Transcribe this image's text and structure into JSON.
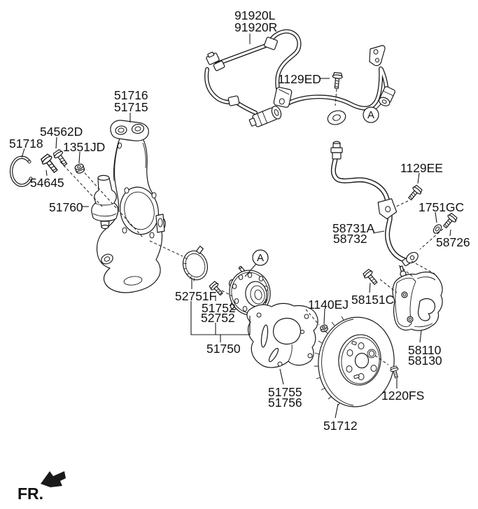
{
  "figure": {
    "background": "#ffffff",
    "line_color": "#1a1a1a",
    "labels": {
      "abs_l": "91920L",
      "abs_r": "91920R",
      "bolt_1129ed": "1129ED",
      "knuckle_a": "51716",
      "knuckle_b": "51715",
      "bolt_54562d": "54562D",
      "nut_1351jd": "1351JD",
      "ring_51718": "51718",
      "bolt_54645": "54645",
      "balljoint_51760": "51760",
      "bolt_1129ee": "1129EE",
      "washer_1751gc": "1751GC",
      "hose_a": "58731A",
      "hose_b": "58732",
      "bolt_58726": "58726",
      "tonewheel_52751f": "52751F",
      "stud_51752": "51752",
      "stud_52752": "52752",
      "hub_51750": "51750",
      "nut_1140ej": "1140EJ",
      "bolt_58151c": "58151C",
      "caliper_a": "58110",
      "caliper_b": "58130",
      "shield_a": "51755",
      "shield_b": "51756",
      "bolt_1220fs": "1220FS",
      "disc_51712": "51712"
    },
    "markers": {
      "detail_a": "A"
    },
    "direction": {
      "label": "FR."
    }
  }
}
